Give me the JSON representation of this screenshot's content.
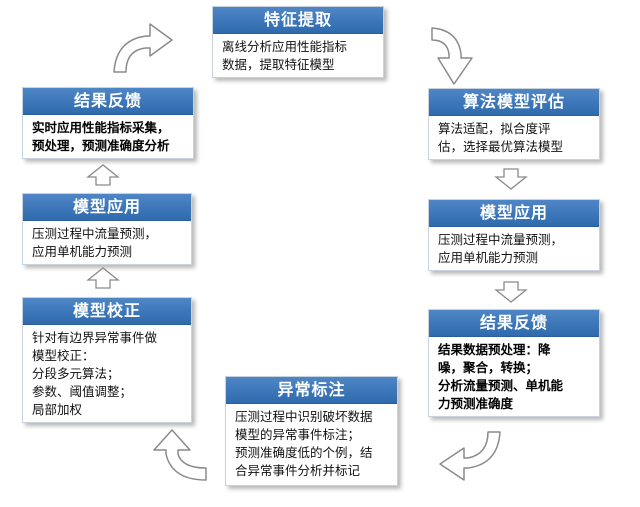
{
  "colors": {
    "header": "#3b78bc",
    "arrow_fill": "#ffffff",
    "arrow_stroke": "#8a8a8a"
  },
  "cards": {
    "feature_extraction": {
      "title": "特征提取",
      "lines": [
        "离线分析应用性能指标",
        "数据，提取特征模型"
      ]
    },
    "algorithm_eval": {
      "title": "算法模型评估",
      "lines": [
        "算法适配，拟合度评",
        "估，选择最优算法模型"
      ]
    },
    "model_application_right": {
      "title": "模型应用",
      "lines": [
        "压测过程中流量预测，",
        "应用单机能力预测"
      ]
    },
    "result_feedback_right": {
      "title": "结果反馈",
      "lines": [
        "结果数据预处理：降",
        "噪，聚合，转换；",
        "分析流量预测、单机能",
        "力预测准确度"
      ]
    },
    "anomaly_labeling": {
      "title": "异常标注",
      "lines": [
        "压测过程中识别破坏数据",
        "模型的异常事件标注；",
        "预测准确度低的个例，结",
        "合异常事件分析并标记"
      ]
    },
    "model_correction": {
      "title": "模型校正",
      "lines": [
        "针对有边界异常事件做",
        "模型校正：",
        "分段多元算法；",
        "参数、阈值调整；",
        "局部加权"
      ]
    },
    "model_application_left": {
      "title": "模型应用",
      "lines": [
        "压测过程中流量预测，",
        "应用单机能力预测"
      ]
    },
    "result_feedback_left": {
      "title": "结果反馈",
      "lines": [
        "实时应用性能指标采集，",
        "预处理，预测准确度分析"
      ]
    }
  }
}
